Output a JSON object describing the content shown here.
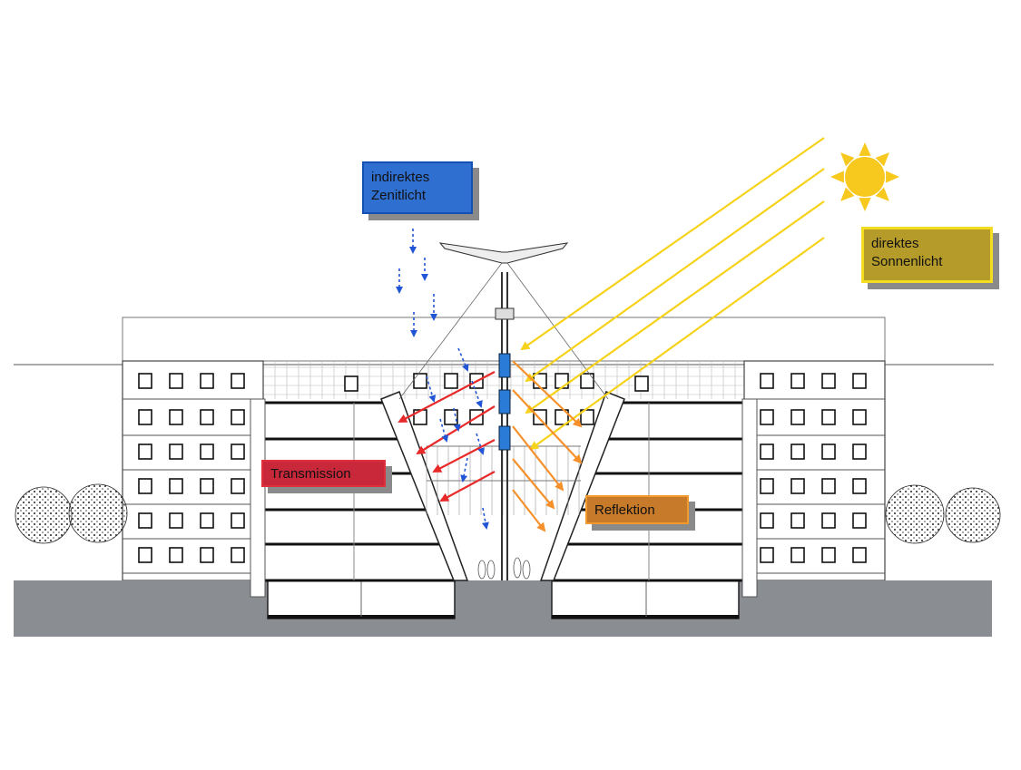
{
  "labels": {
    "zenith": {
      "line1": "indirektes",
      "line2": "Zenitlicht"
    },
    "sun": {
      "line1": "direktes",
      "line2": "Sonnenlicht"
    },
    "transmission": "Transmission",
    "reflection": "Reflektion"
  },
  "colors": {
    "zenith_box": "#2f6fd0",
    "zenith_border": "#1450b4",
    "sun_box": "#b59b2a",
    "sun_border": "#f4dc20",
    "transmission_box": "#c8283a",
    "transmission_border": "#e0303e",
    "reflection_box": "#c77a2a",
    "reflection_border": "#f39a2c",
    "sun": "#f7c81e",
    "sun_rays": "#f6d21a",
    "transmission_arrows": "#e82a2a",
    "reflection_arrows": "#f5902a",
    "zenith_arrows": "#2255d6",
    "ground": "#8a8d92"
  },
  "icons": [
    "sun-icon",
    "tree-icon",
    "person-icon"
  ]
}
